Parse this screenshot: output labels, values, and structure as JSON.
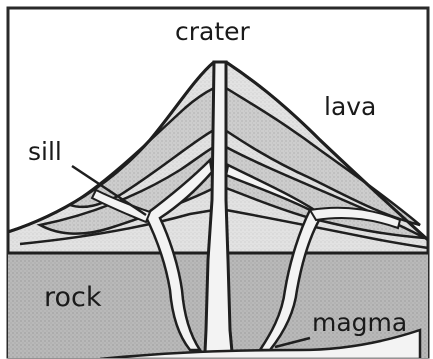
{
  "diagram": {
    "labels": {
      "crater": "crater",
      "lava": "lava",
      "sill": "sill",
      "rock": "rock",
      "magma": "magma"
    },
    "colors": {
      "background": "#ffffff",
      "frame": "#2a2a2a",
      "rock": "#b9b9b9",
      "lava_layer_a": "#e4e4e4",
      "lava_layer_b": "#cfcfcf",
      "lava_layer_c": "#dadada",
      "magma_channel": "#f3f3f3",
      "outline": "#1f1f1f"
    }
  }
}
